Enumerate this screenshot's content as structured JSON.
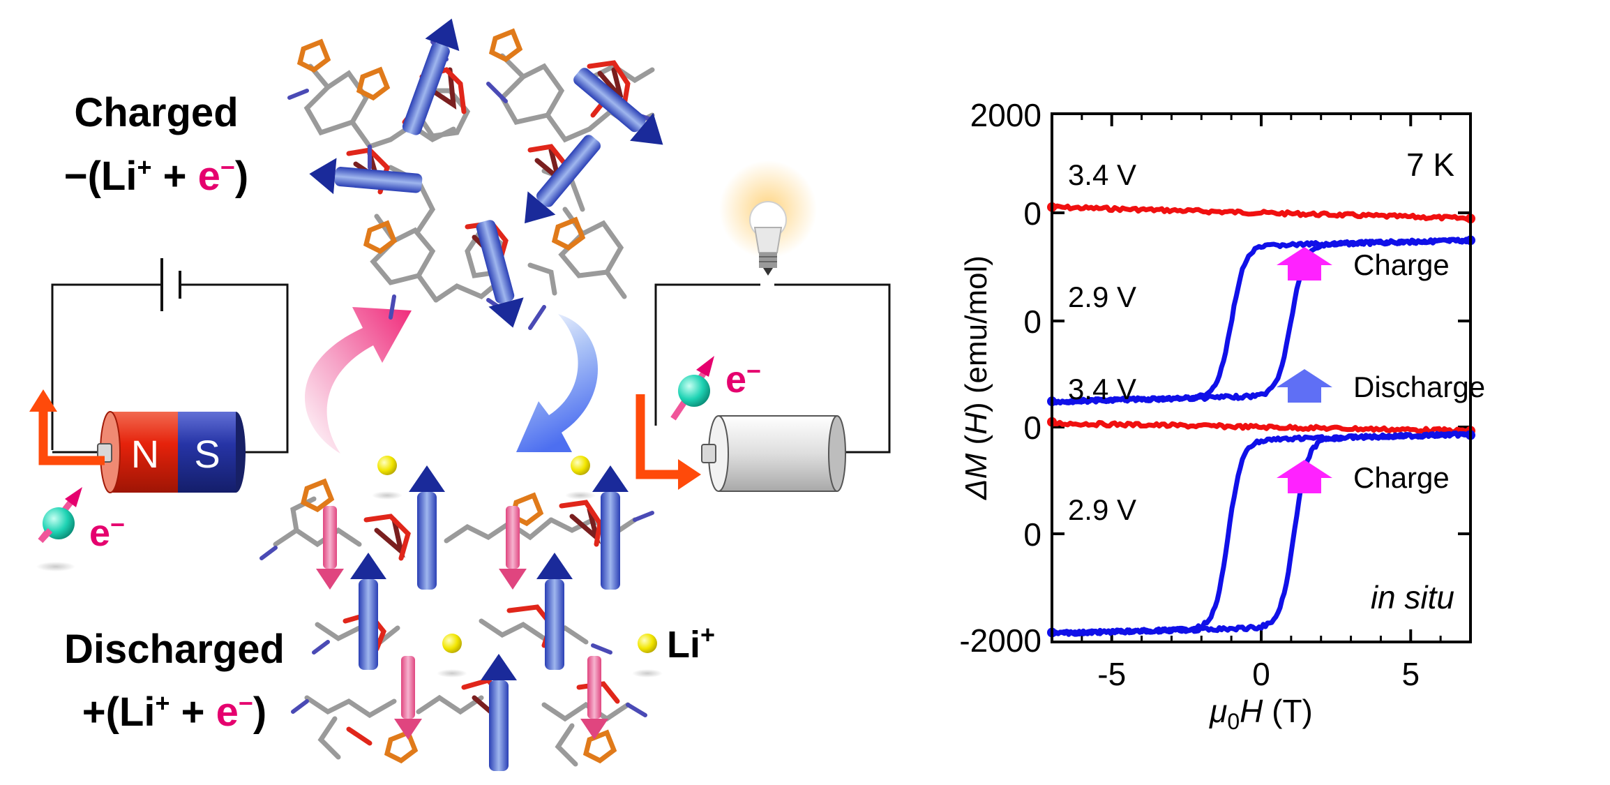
{
  "scheme": {
    "charged_title": "Charged",
    "charged_formula": {
      "pre": "−(Li",
      "plus": "+",
      "mid": " + ",
      "e": "e",
      "minus": "−",
      "post": ")"
    },
    "discharged_title": "Discharged",
    "discharged_formula": {
      "pre": "+(Li",
      "plus": "+",
      "mid": " + ",
      "e": "e",
      "minus": "−",
      "post": ")"
    },
    "magnet_n": "N",
    "magnet_s": "S",
    "electron_left": {
      "e": "e",
      "minus": "−"
    },
    "electron_right": {
      "e": "e",
      "minus": "−"
    },
    "li_label": {
      "text": "Li",
      "plus": "+"
    },
    "colors": {
      "electron_text": "#e5006e",
      "magnet_red": "#e8290f",
      "magnet_blue": "#1f2f9f",
      "arrow_pink": "#f0559a",
      "arrow_blue": "#5a7ff0",
      "li_ion": "#f0e400"
    }
  },
  "chart_data": {
    "type": "line",
    "xlabel": {
      "mu": "μ",
      "sub": "0",
      "H": "H",
      "unit": " (T)"
    },
    "ylabel": {
      "delta": "ΔM",
      "paren": " (",
      "H": "H",
      "close": ")",
      "unit": " (emu/mol)"
    },
    "xlim": [
      -7,
      7
    ],
    "xticks": [
      -5,
      0,
      5
    ],
    "xtick_labels": [
      "-5",
      "0",
      "5"
    ],
    "ylim_label_top": "2000",
    "ylim_label_bottom": "-2000",
    "offset_zero_labels": [
      "0",
      "0",
      "0",
      "0"
    ],
    "temperature": "7 K",
    "note": "in situ",
    "series": [
      {
        "name": "3.4 V",
        "color": "#f01010",
        "type": "linear",
        "x": [
          -7,
          7
        ],
        "y": [
          60,
          -60
        ]
      },
      {
        "name": "2.9 V",
        "color": "#1010e8",
        "type": "hysteresis",
        "saturation": 800,
        "coercive_field": 1.0,
        "sweep_start": -7,
        "sweep_end": 7
      },
      {
        "name": "3.4 V",
        "color": "#f01010",
        "type": "linear",
        "x": [
          -7,
          7
        ],
        "y": [
          40,
          -40
        ]
      },
      {
        "name": "2.9 V",
        "color": "#1010e8",
        "type": "hysteresis",
        "saturation": 1000,
        "coercive_field": 1.1,
        "sweep_start": -7,
        "sweep_end": 7
      }
    ],
    "process_labels": [
      {
        "text": "Charge",
        "color": "#ff22ff"
      },
      {
        "text": "Discharge",
        "color": "#5f6ff5"
      },
      {
        "text": "Charge",
        "color": "#ff22ff"
      }
    ]
  }
}
